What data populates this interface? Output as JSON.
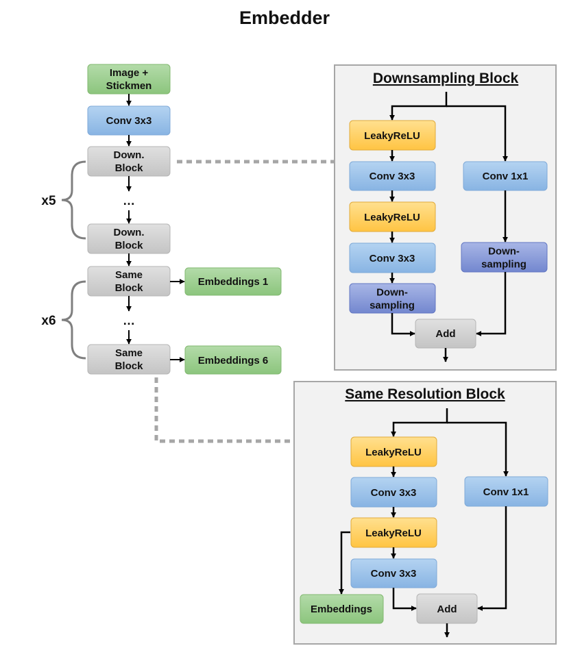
{
  "title": "Embedder",
  "colors": {
    "green": "#9fd093",
    "blue": "#9dc3e9",
    "yellow": "#ffd266",
    "purple": "#8ea0dc",
    "gray": "#d2d2d2",
    "panel": "#f2f2f2",
    "arrow": "#000000",
    "dashed": "#a6a6a6"
  },
  "main": {
    "input": [
      "Image +",
      "Stickmen"
    ],
    "conv": "Conv 3x3",
    "down_block": [
      "Down.",
      "Block"
    ],
    "same_block": [
      "Same",
      "Block"
    ],
    "dots": "…",
    "repeat_down": "x5",
    "repeat_same": "x6",
    "embeddings_first": "Embeddings 1",
    "embeddings_last": "Embeddings 6"
  },
  "downsampling_block": {
    "title": "Downsampling Block",
    "left_path": [
      "LeakyReLU",
      "Conv 3x3",
      "LeakyReLU",
      "Conv 3x3",
      "Down-sampling"
    ],
    "skip_path": [
      "Conv 1x1",
      "Down-sampling"
    ],
    "merge": "Add"
  },
  "same_resolution_block": {
    "title": "Same Resolution Block",
    "left_path": [
      "LeakyReLU",
      "Conv 3x3",
      "LeakyReLU",
      "Conv 3x3"
    ],
    "skip_path": [
      "Conv 1x1"
    ],
    "tap": "Embeddings",
    "merge": "Add"
  }
}
